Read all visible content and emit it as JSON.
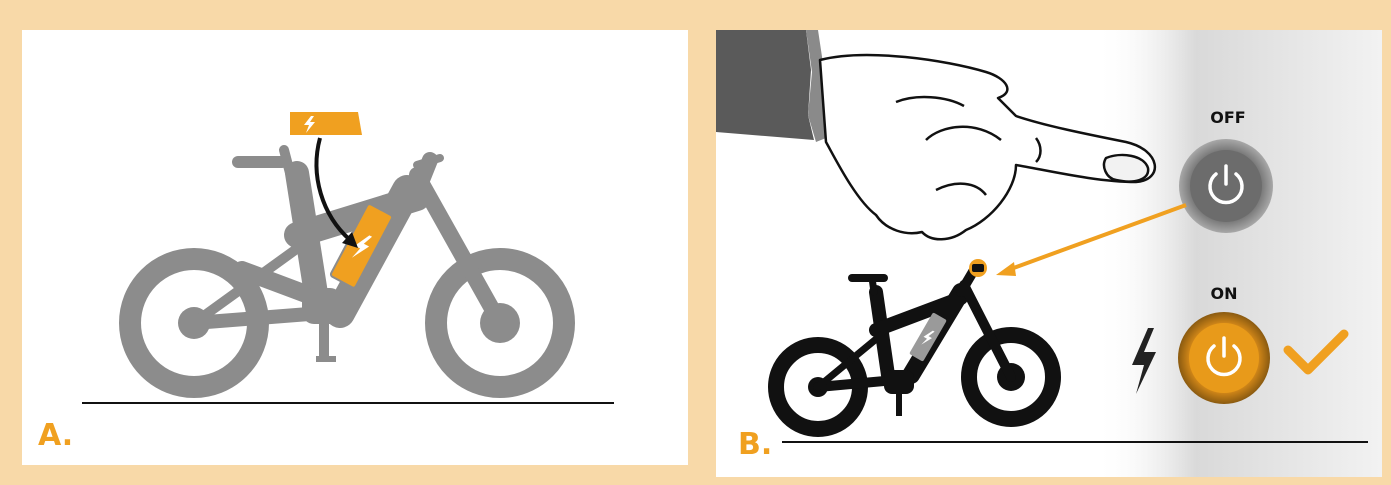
{
  "panels": {
    "a": {
      "label": "A."
    },
    "b": {
      "label": "B."
    }
  },
  "power_button": {
    "off_label": "OFF",
    "on_label": "ON"
  },
  "colors": {
    "background": "#F8D9A8",
    "accent": "#F0A020",
    "bike_grey": "#8C8C8C",
    "bike_black": "#111111",
    "button_off": "#7A7A7A",
    "button_on": "#E89A1A"
  },
  "icons": {
    "battery": "lightning-bolt-icon",
    "power": "power-icon",
    "confirm": "checkmark-icon",
    "charge": "lightning-bolt-icon"
  }
}
